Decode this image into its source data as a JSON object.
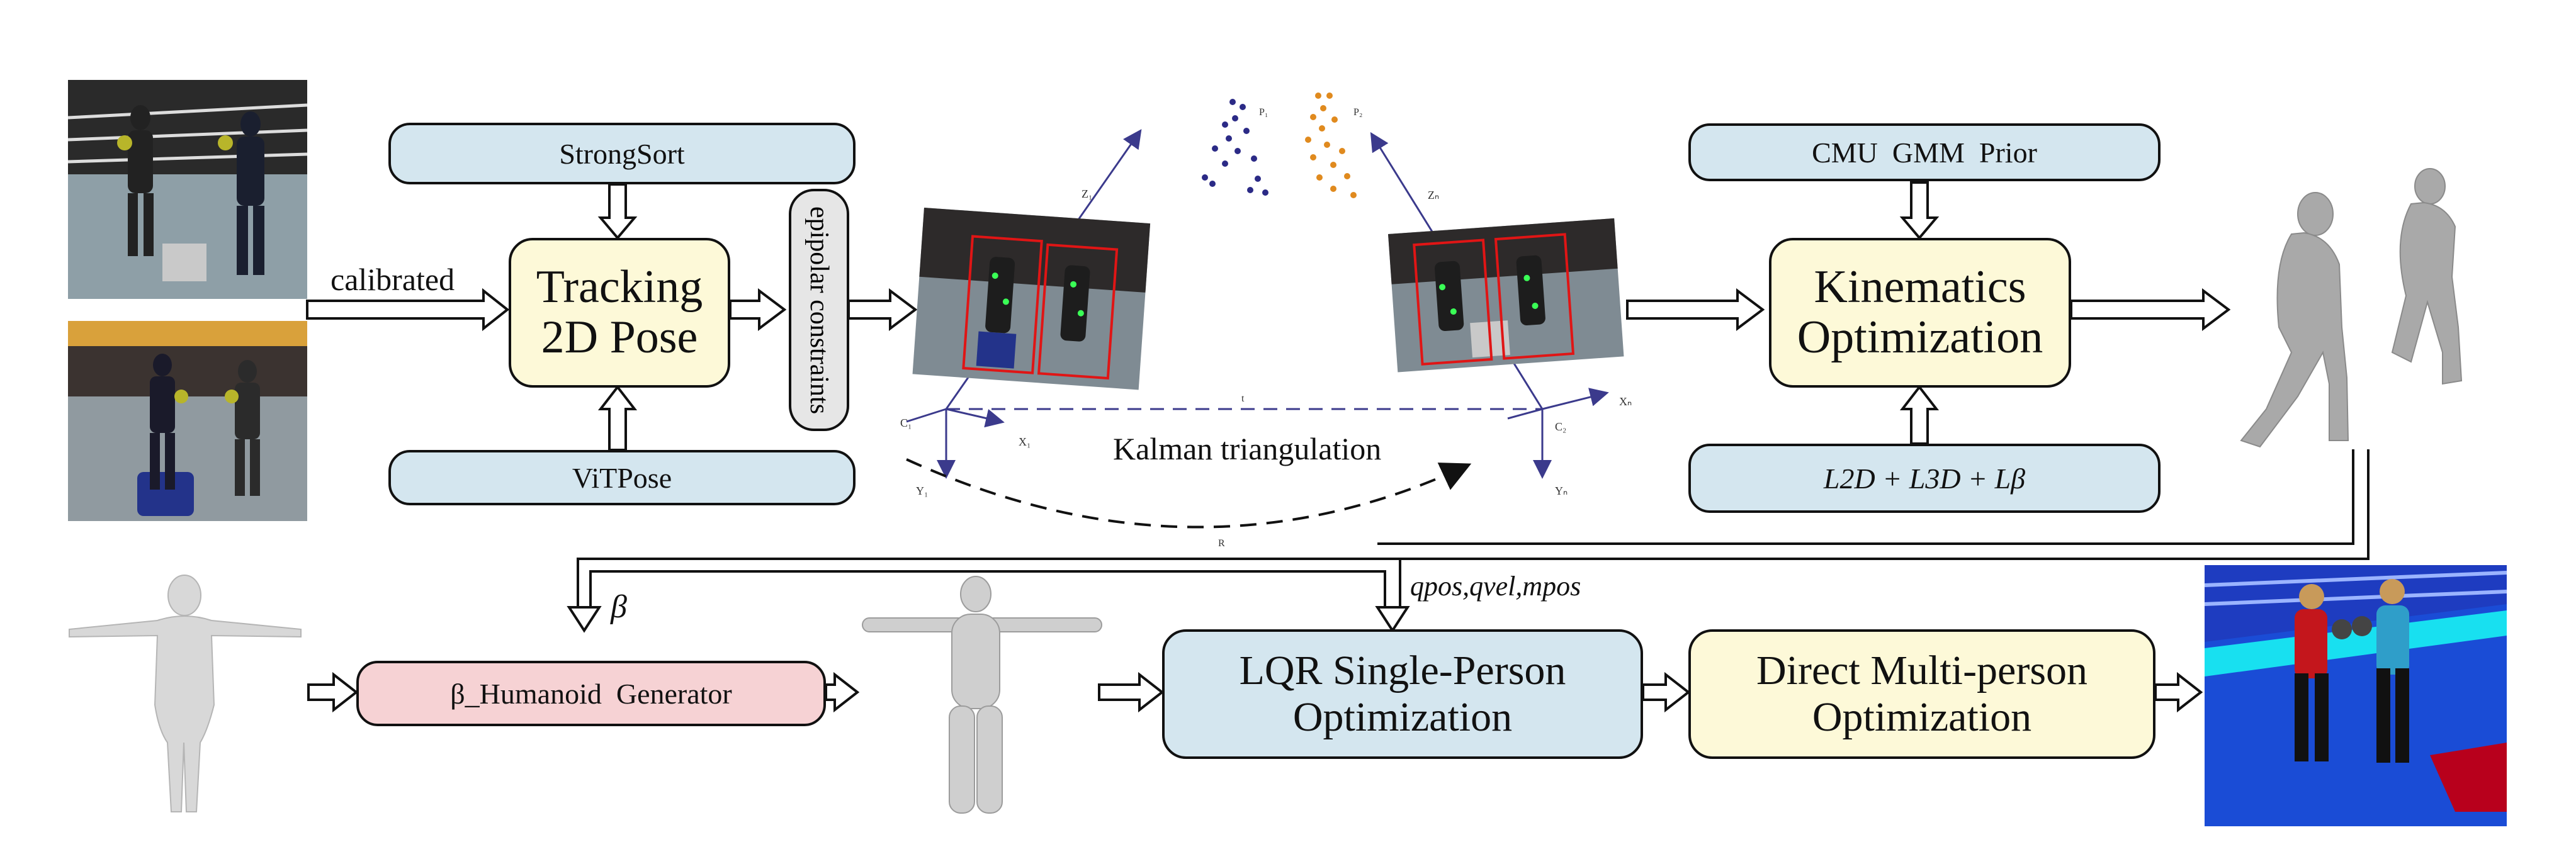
{
  "boxes": {
    "strongsort": "StrongSort",
    "tracking": "Tracking\n2D Pose",
    "vitpose": "ViTPose",
    "epipolar": "epipolar constraints",
    "cmu_prior": "CMU  GMM  Prior",
    "kinematics": "Kinematics\nOptimization",
    "loss": "L2D + L3D + Lβ",
    "humanoid_generator": "β_Humanoid  Generator",
    "lqr": "LQR Single-Person\nOptimization",
    "direct": "Direct Multi-person\nOptimization"
  },
  "labels": {
    "calibrated": "calibrated",
    "kalman": "Kalman triangulation",
    "beta": "β",
    "qpos": "qpos,qvel,mpos"
  },
  "camera_labels": {
    "c1": "C₁",
    "c2": "C₂",
    "x1": "X₁",
    "y1": "Y₁",
    "z1": "Z₁",
    "xn": "Xₙ",
    "yn": "Yₙ",
    "zn": "Zₙ",
    "p1": "P₁",
    "p2": "P₂",
    "t": "t",
    "r": "R"
  },
  "colors": {
    "blue_box": "#d4e6ef",
    "yellow_box": "#fdf9d8",
    "pink_box": "#f6d2d4",
    "gray_box": "#e6e6e6",
    "axis": "#3b3a8c",
    "points_left": "#2b2a86",
    "points_right": "#e08a1e",
    "ring_floor": "#1a4cd6",
    "ring_border": "#18e0f0"
  }
}
